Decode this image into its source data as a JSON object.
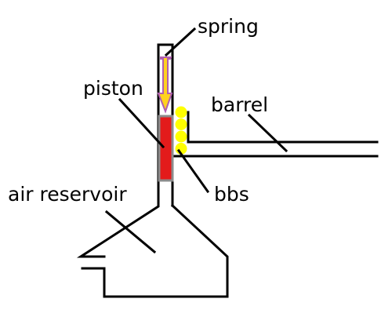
{
  "labels": {
    "spring": "spring",
    "piston": "piston",
    "barrel": "barrel",
    "bbs": "bbs",
    "air_reservoir": "air reservoir"
  },
  "colors": {
    "line": "#000000",
    "spring_fill": "#ffd21f",
    "spring_outline": "#b05fb0",
    "piston_fill": "#e31b1b",
    "piston_outline": "#8c8c8c",
    "bb_fill": "#ffff00",
    "background": "#ffffff"
  },
  "bb_count": 4
}
